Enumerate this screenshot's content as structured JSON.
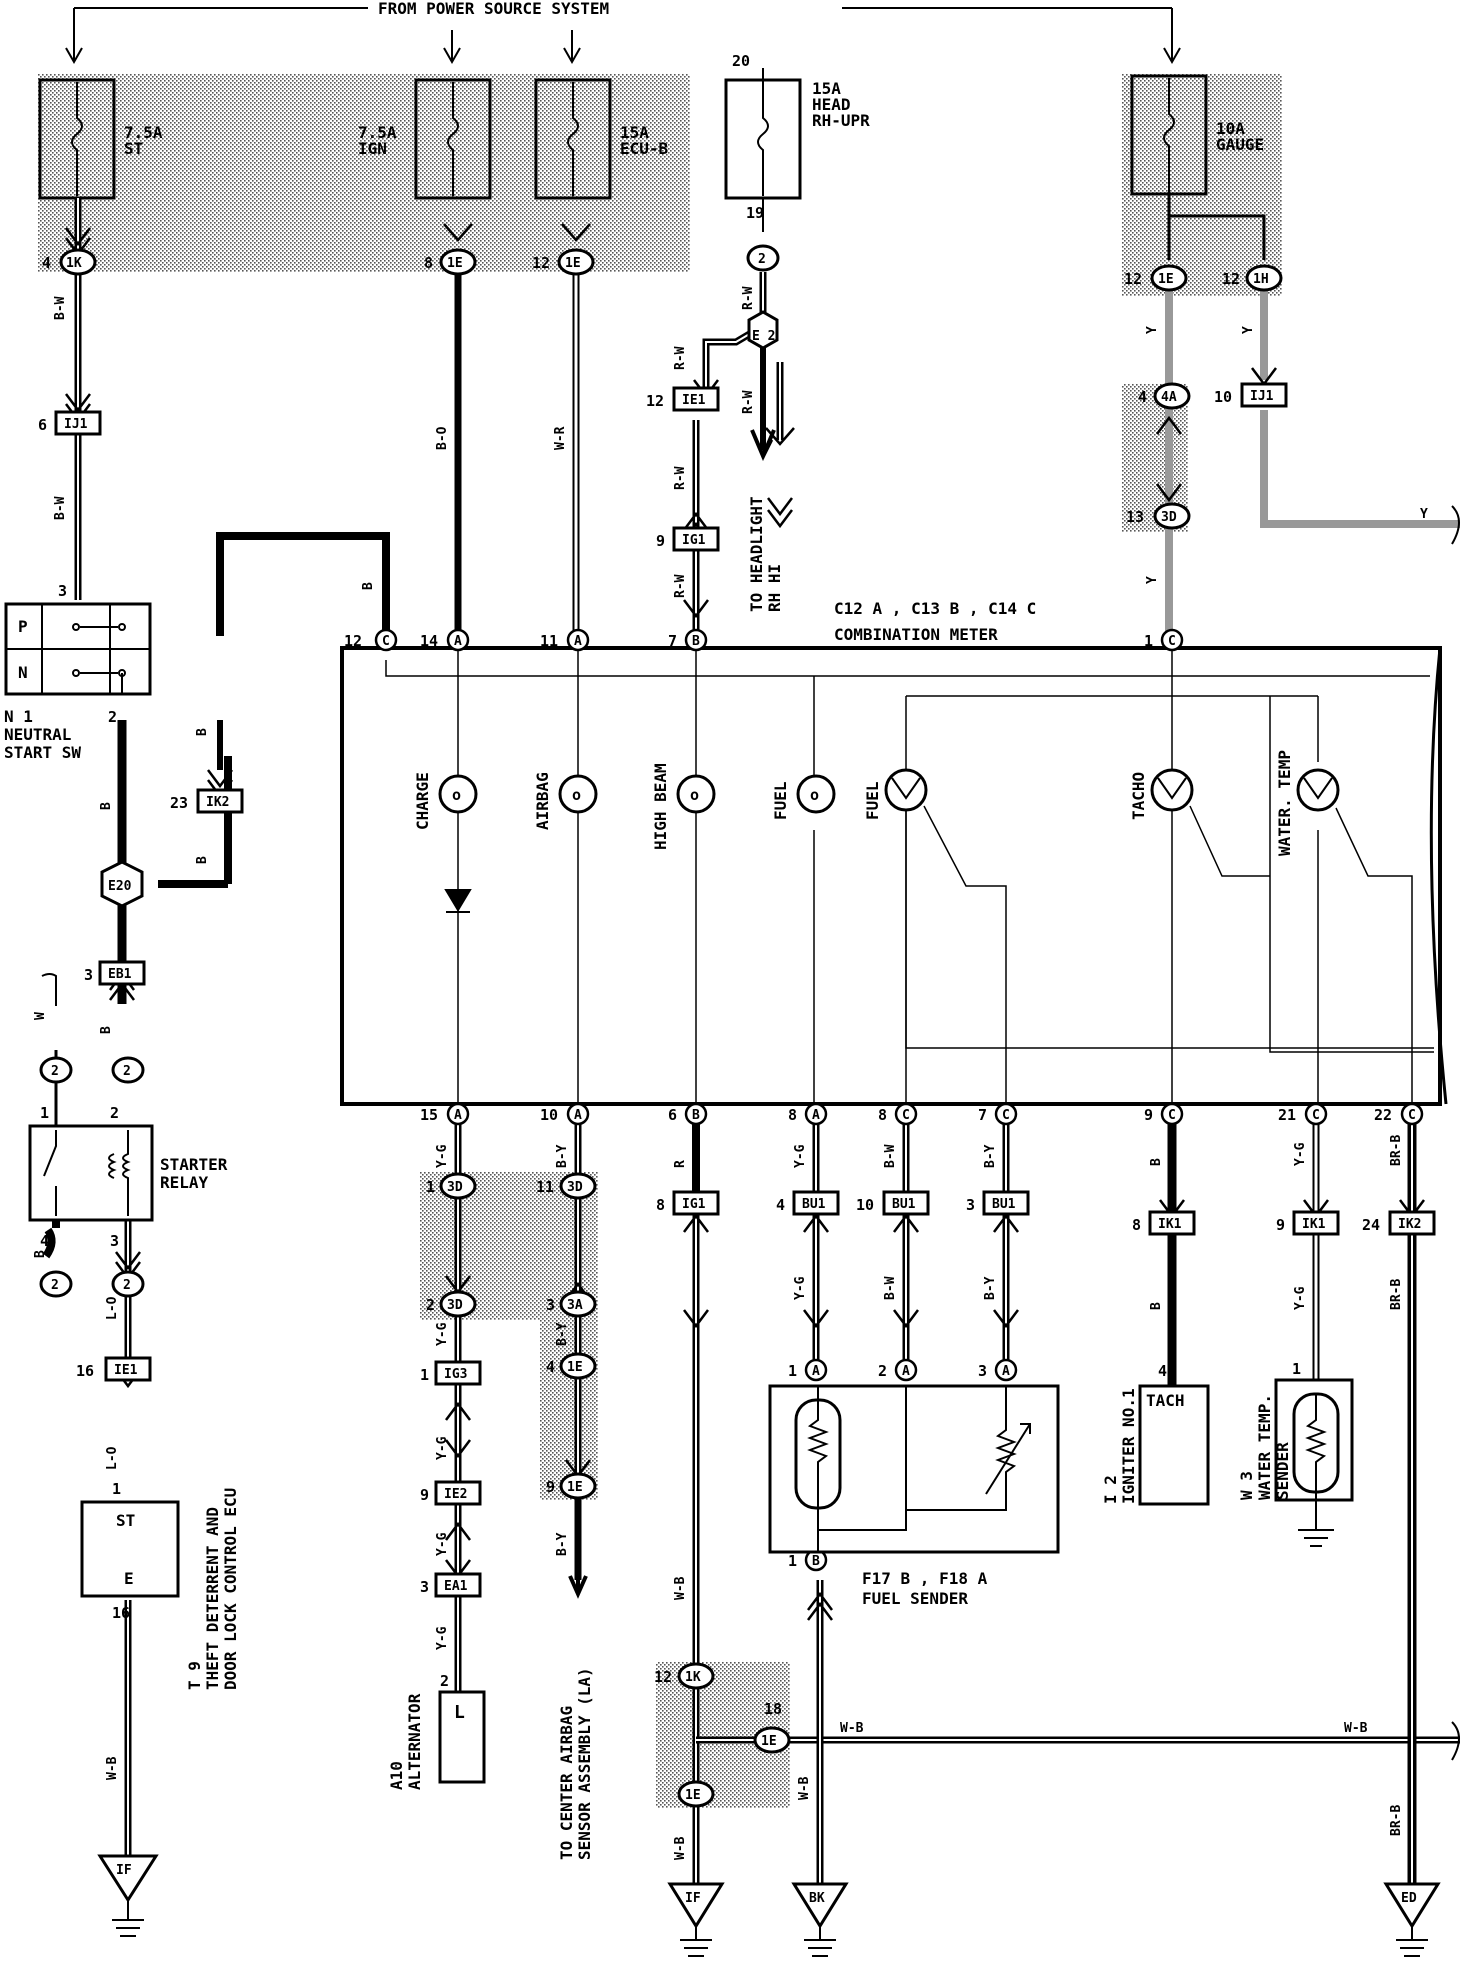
{
  "top_label": "FROM POWER SOURCE SYSTEM",
  "fuses": [
    {
      "id": "fuse-st",
      "amp": "7.5A",
      "name": "ST"
    },
    {
      "id": "fuse-ign",
      "amp": "7.5A",
      "name": "IGN"
    },
    {
      "id": "fuse-ecub",
      "amp": "15A",
      "name": "ECU-B"
    },
    {
      "id": "fuse-head",
      "num_top": "20",
      "num_bot": "19",
      "amp": "15A",
      "name": "HEAD",
      "name2": "RH-UPR"
    },
    {
      "id": "fuse-gauge",
      "amp": "10A",
      "name": "GAUGE"
    }
  ],
  "meter": {
    "title_conn": "C12 A , C13 B , C14 C",
    "title": "COMBINATION METER",
    "indicators": [
      "CHARGE",
      "AIRBAG",
      "HIGH BEAM",
      "FUEL",
      "FUEL",
      "TACHO",
      "WATER. TEMP"
    ]
  },
  "components": {
    "neutral": {
      "id": "N 1",
      "name": "NEUTRAL",
      "name2": "START SW",
      "p": "P",
      "n": "N"
    },
    "starter_relay": {
      "name": "STARTER",
      "name2": "RELAY"
    },
    "theft": {
      "id": "T 9",
      "name": "THEFT DETERRENT AND",
      "name2": "DOOR LOCK CONTROL ECU",
      "st": "ST",
      "e": "E"
    },
    "alternator": {
      "id": "A10",
      "name": "ALTERNATOR",
      "term": "L"
    },
    "airbag_to": {
      "line1": "TO CENTER AIRBAG",
      "line2": "SENSOR ASSEMBLY (LA)"
    },
    "headlight_to": {
      "line1": "TO HEADLIGHT",
      "line2": "RH HI"
    },
    "fuel_sender": {
      "conn": "F17 B , F18 A",
      "name": "FUEL SENDER"
    },
    "igniter": {
      "id": "I 2",
      "name": "IGNITER NO.1",
      "term": "TACH"
    },
    "water_temp": {
      "id": "W 3",
      "name": "WATER TEMP.",
      "name2": "SENDER"
    }
  },
  "connectors": [
    "1K",
    "1E",
    "1E",
    "2",
    "E 2",
    "IE1",
    "IG1",
    "IJ1",
    "1E",
    "1H",
    "4A",
    "3D",
    "IJ1",
    "IK2",
    "E20",
    "EB1",
    "2",
    "2",
    "2",
    "2",
    "IE1",
    "3D",
    "3D",
    "3D",
    "3A",
    "IG3",
    "IE2",
    "EA1",
    "1E",
    "1E",
    "IG1",
    "BU1",
    "BU1",
    "BU1",
    "IK1",
    "IK1",
    "IK2",
    "1K",
    "1E",
    "1E"
  ],
  "grounds": [
    "IF",
    "IF",
    "BK",
    "ED"
  ],
  "wire_colors": [
    "B-W",
    "B-O",
    "W-R",
    "R-W",
    "Y",
    "B",
    "Y-G",
    "B-Y",
    "R",
    "B-W",
    "BR-B",
    "L-O",
    "W-B",
    "W"
  ]
}
